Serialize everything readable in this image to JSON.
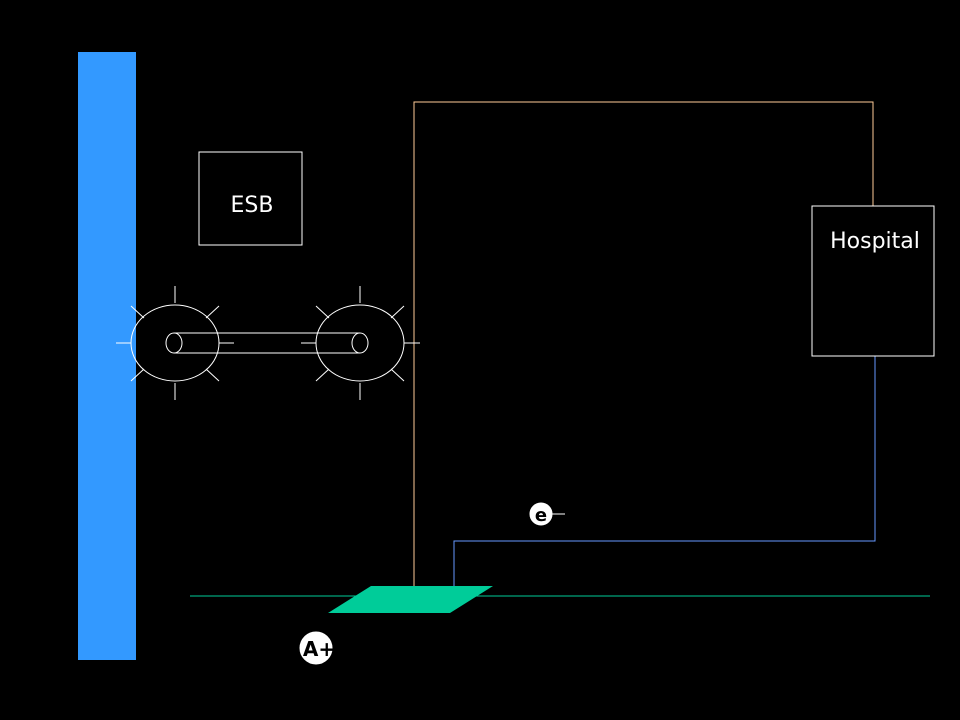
{
  "diagram": {
    "labels": {
      "esb": "ESB",
      "hospital": "Hospital",
      "electron": "e",
      "ion": "A+"
    },
    "colors": {
      "background": "#000000",
      "blue_bar": "#3399ff",
      "green_plate": "#00cc99",
      "ground_line": "#00cc99",
      "orange_wire": "#ffcc99",
      "blue_wire": "#6699ff",
      "outline": "#ffffff"
    }
  }
}
